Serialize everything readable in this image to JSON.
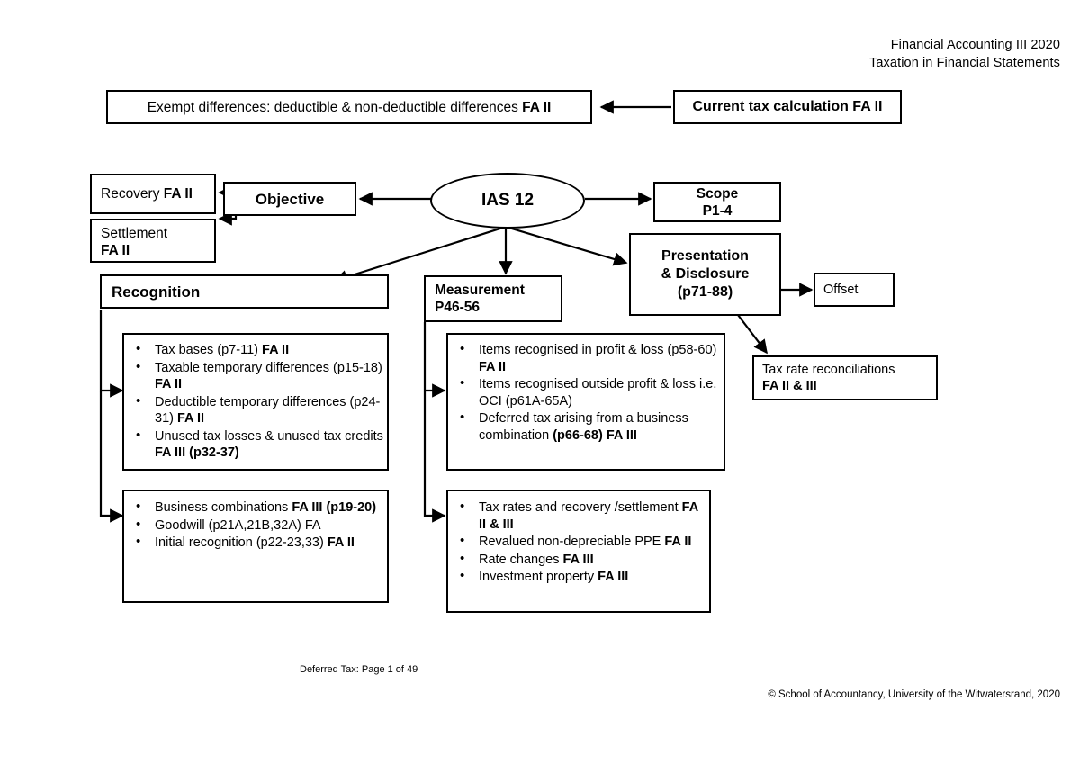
{
  "header": {
    "line1": "Financial Accounting III 2020",
    "line2": "Taxation in Financial Statements"
  },
  "nodes": {
    "exempt_differences": {
      "text_plain": "Exempt differences: deductible & non-deductible differences ",
      "text_bold": "FA II"
    },
    "current_tax": {
      "label": "Current tax calculation FA II"
    },
    "recovery": {
      "text_plain": "Recovery ",
      "text_bold": "FA II"
    },
    "settlement": {
      "line1": "Settlement",
      "line2_bold": "FA II"
    },
    "objective": {
      "label": "Objective"
    },
    "ias12": {
      "label": "IAS 12"
    },
    "scope": {
      "line1": "Scope",
      "line2": "P1-4"
    },
    "presentation": {
      "line1": "Presentation",
      "line2": "& Disclosure",
      "line3": "(p71-88)"
    },
    "offset": {
      "label": "Offset"
    },
    "tax_rate_recon": {
      "line1": "Tax rate reconciliations",
      "line2_bold": "FA II & III"
    },
    "recognition": {
      "label": "Recognition"
    },
    "measurement": {
      "line1": "Measurement",
      "line2": "P46-56"
    }
  },
  "lists": {
    "recognition_items": [
      {
        "parts": [
          {
            "t": "Tax bases (p7-11) ",
            "b": false
          },
          {
            "t": "FA II",
            "b": true
          }
        ]
      },
      {
        "parts": [
          {
            "t": "Taxable temporary differences (p15-18)  ",
            "b": false
          },
          {
            "t": "FA II",
            "b": true
          }
        ]
      },
      {
        "parts": [
          {
            "t": "Deductible temporary differences (p24-31) ",
            "b": false
          },
          {
            "t": "FA II",
            "b": true
          }
        ]
      },
      {
        "parts": [
          {
            "t": "Unused tax losses & unused tax credits ",
            "b": false
          },
          {
            "t": "FA III (p32-37)",
            "b": true
          }
        ]
      }
    ],
    "recognition_items2": [
      {
        "parts": [
          {
            "t": "Business combinations ",
            "b": false
          },
          {
            "t": "FA III (p19-20)",
            "b": true
          }
        ]
      },
      {
        "parts": [
          {
            "t": "Goodwill (p21A,21B,32A) FA",
            "b": false
          }
        ]
      },
      {
        "parts": [
          {
            "t": "Initial recognition (p22-23,33) ",
            "b": false
          },
          {
            "t": "FA II",
            "b": true
          }
        ]
      }
    ],
    "measurement_items": [
      {
        "parts": [
          {
            "t": "Items recognised in profit & loss (p58-60) ",
            "b": false
          },
          {
            "t": "FA II",
            "b": true
          }
        ]
      },
      {
        "parts": [
          {
            "t": "Items recognised outside profit & loss i.e. OCI (p61A-65A)",
            "b": false
          }
        ]
      },
      {
        "parts": [
          {
            "t": "Deferred tax arising from a business combination ",
            "b": false
          },
          {
            "t": "(p66-68) FA III",
            "b": true
          }
        ]
      }
    ],
    "measurement_items2": [
      {
        "parts": [
          {
            "t": "Tax rates and recovery /settlement ",
            "b": false
          },
          {
            "t": "FA II & III",
            "b": true
          }
        ]
      },
      {
        "parts": [
          {
            "t": "Revalued non-depreciable PPE ",
            "b": false
          },
          {
            "t": "FA II",
            "b": true
          }
        ]
      },
      {
        "parts": [
          {
            "t": "Rate changes ",
            "b": false
          },
          {
            "t": "FA III",
            "b": true
          }
        ]
      },
      {
        "parts": [
          {
            "t": "Investment property ",
            "b": false
          },
          {
            "t": "FA III",
            "b": true
          }
        ]
      }
    ]
  },
  "footer": {
    "left": "Deferred Tax: Page 1 of 49",
    "right": "© School of Accountancy, University of the Witwatersrand, 2020"
  },
  "colors": {
    "stroke": "#000000",
    "background": "#ffffff"
  }
}
